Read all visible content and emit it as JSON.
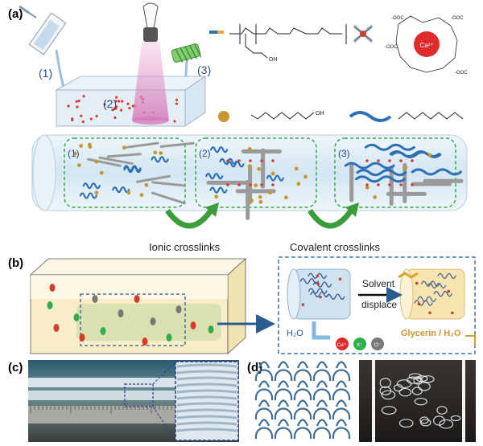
{
  "panels": {
    "a": {
      "label": "(a)",
      "steps": [
        "(1)",
        "(2)",
        "(3)"
      ],
      "stage_labels": [
        "(1)",
        "(2)",
        "(3)"
      ],
      "arrow_labels": [
        "Ionic crosslinks",
        "Covalent crosslinks"
      ],
      "calcium_label": "Ca²⁺",
      "legend_coo": "-OOC",
      "legend_oh": "OH"
    },
    "b": {
      "label": "(b)",
      "solvent_label_line1": "Solvent",
      "solvent_label_line2": "displace",
      "water_label": "H₂O",
      "glycerin_label": "Glycerin / H₂O",
      "ions": [
        "Ca²⁺",
        "K⁺",
        "Cl⁻"
      ]
    },
    "c": {
      "label": "(c)"
    },
    "d": {
      "label": "(d)"
    }
  },
  "colors": {
    "tube": "#dcebf5",
    "green_dashed": "#3aa64a",
    "blue_chain": "#2f6fb3",
    "gray_chain": "#9a9a9a",
    "orange_dot": "#c8962e",
    "red_dot": "#d63b2c",
    "green_arrow": "#3b9c3b",
    "yellow_gel": "#f6e7b8",
    "panel_b_border": "#2b5c8f"
  }
}
